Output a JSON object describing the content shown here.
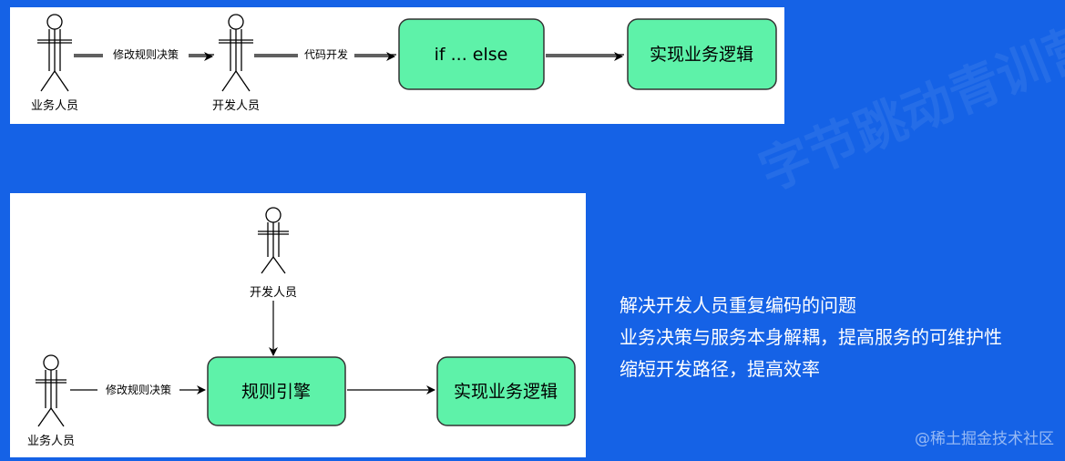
{
  "top": {
    "business_person": "业务人员",
    "dev_person": "开发人员",
    "edge_modify": "修改规则决策",
    "edge_code": "代码开发",
    "box_ifelse": "if ... else",
    "box_logic": "实现业务逻辑"
  },
  "bottom": {
    "dev_person": "开发人员",
    "business_person": "业务人员",
    "edge_modify": "修改规则决策",
    "box_engine": "规则引擎",
    "box_logic": "实现业务逻辑"
  },
  "bullets": [
    "解决开发人员重复编码的问题",
    "业务决策与服务本身解耦，提高服务的可维护性",
    "缩短开发路径，提高效率"
  ],
  "background_text": "字节跳动青训营",
  "watermark": "@稀土掘金技术社区",
  "colors": {
    "background": "#1562e6",
    "box_fill": "#5ef2a9",
    "box_stroke": "#333333"
  }
}
